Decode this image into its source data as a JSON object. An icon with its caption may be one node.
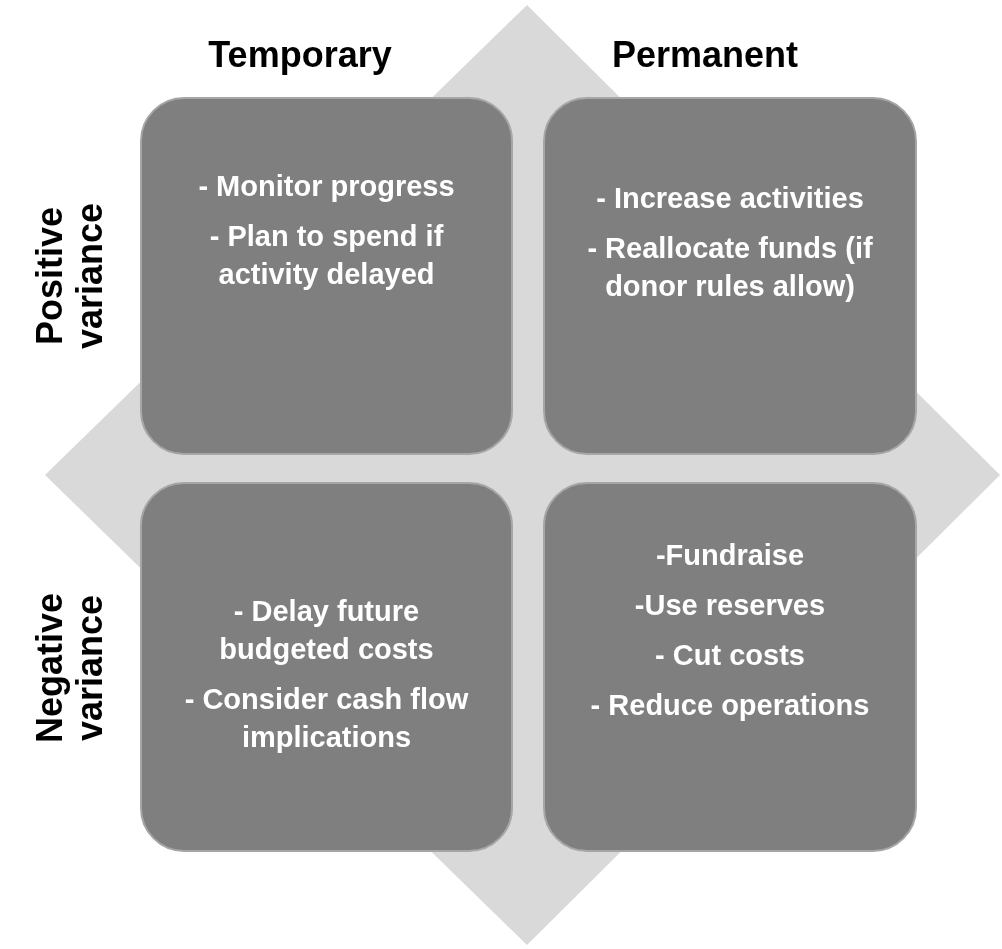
{
  "diagram": {
    "nodes": [
      {
        "text": [
          "- Monitor progress",
          "- Plan to spend if activity delayed"
        ]
      },
      {
        "text": [
          "- Increase activities",
          "- Reallocate funds (if donor rules allow)"
        ]
      },
      {
        "text": [
          "- Delay future budgeted costs",
          "- Consider cash flow implications"
        ]
      },
      {
        "text": [
          "-Fundraise",
          "-Use reserves",
          "- Cut costs",
          "- Reduce operations"
        ]
      }
    ],
    "labels": [
      "Temporary",
      "Permanent",
      "Positive variance",
      "Negative variance"
    ]
  }
}
